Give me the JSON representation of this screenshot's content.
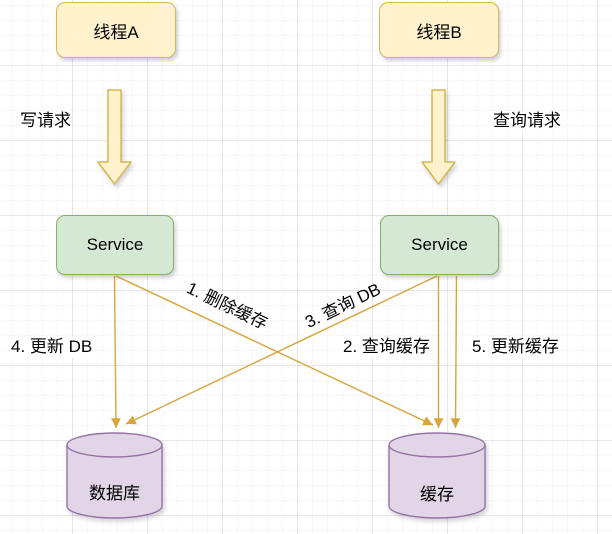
{
  "nodes": {
    "thread_a": "线程A",
    "thread_b": "线程B",
    "service_a": "Service",
    "service_b": "Service",
    "database": "数据库",
    "cache": "缓存"
  },
  "edge_labels": {
    "write_request": "写请求",
    "query_request": "查询请求",
    "step1": "1. 删除缓存",
    "step2": "2. 查询缓存",
    "step3": "3. 查询 DB",
    "step4": "4. 更新 DB",
    "step5": "5. 更新缓存"
  },
  "colors": {
    "thread_node_fill": "#FFF2CC",
    "thread_node_border": "#D6B656",
    "service_node_fill": "#D5E8D4",
    "service_node_border": "#82B366",
    "cylinder_fill": "#E1D5E7",
    "cylinder_border": "#9673A6",
    "edge_line": "#D8A43B",
    "grid_major": "#E4E4E8",
    "grid_minor": "#F4F4F6",
    "text": "#000000"
  }
}
